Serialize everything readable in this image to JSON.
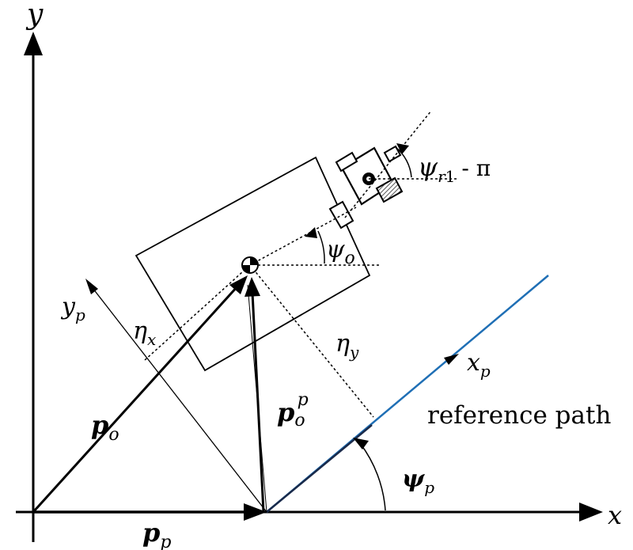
{
  "labels": {
    "y_axis": "y",
    "x_axis": "x",
    "yp_main": "y",
    "yp_sub": "p",
    "xp_main": "x",
    "xp_sub": "p",
    "eta_x_main": "η",
    "eta_x_sub": "x",
    "eta_y_main": "η",
    "eta_y_sub": "y",
    "psi_o_main": "ψ",
    "psi_o_sub": "o",
    "psi_r1_main": "ψ",
    "psi_r1_sub": "r",
    "psi_r1_sub2": "1",
    "psi_r1_minus_pi": "- π",
    "po_main": "p",
    "po_sub": "o",
    "pop_main": "p",
    "pop_sub": "o",
    "pop_sup": "p",
    "pp_main": "p",
    "pp_sub": "p",
    "psip_main": "ψ",
    "psip_sub": "p",
    "reference_path": "reference path"
  },
  "colors": {
    "reference_path": "#1f6fb5",
    "ink": "#000000",
    "hatch": "#555555"
  }
}
